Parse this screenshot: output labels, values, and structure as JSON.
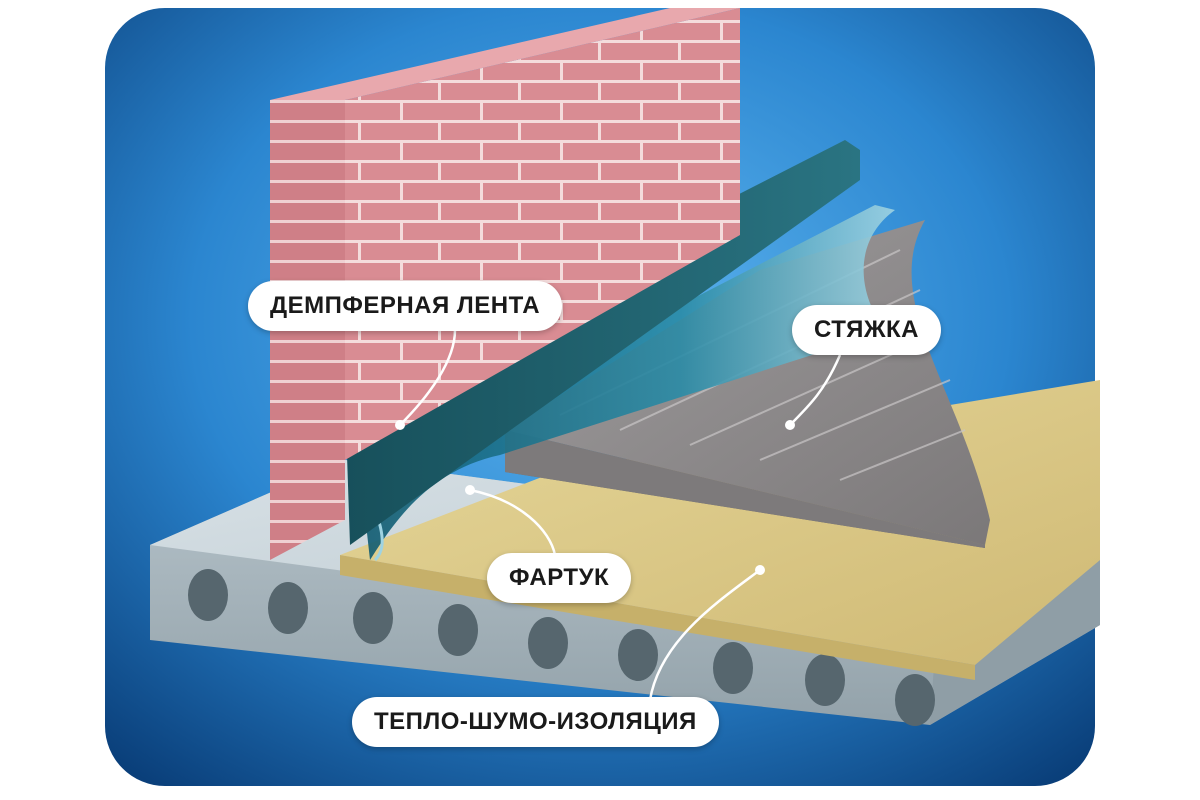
{
  "labels": {
    "damper_tape": "ДЕМПФЕРНАЯ ЛЕНТА",
    "screed": "СТЯЖКА",
    "apron": "ФАРТУК",
    "insulation": "ТЕПЛО-ШУМО-ИЗОЛЯЦИЯ"
  },
  "colors": {
    "background_top": "#0a4c8c",
    "background_mid": "#2f8fd8",
    "brick": "#d98c93",
    "mortar": "#f2d6d8",
    "damper_tape": "#1f5f6a",
    "apron": "#1b6f85",
    "screed": "#8d8a8b",
    "insulation": "#d9c688",
    "slab": "#a9b6bd"
  }
}
